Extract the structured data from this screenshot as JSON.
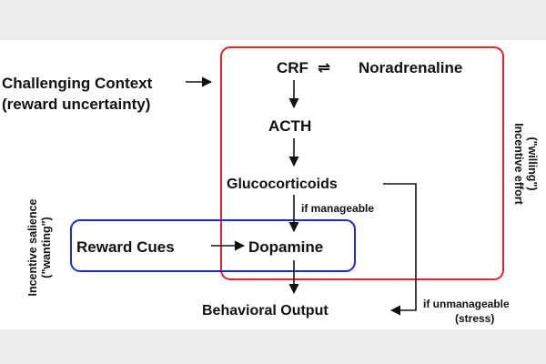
{
  "diagram": {
    "nodes": {
      "context_line1": "Challenging Context",
      "context_line2": "(reward uncertainty)",
      "crf": "CRF",
      "exchange_symbol": "⇌",
      "noradrenaline": "Noradrenaline",
      "acth": "ACTH",
      "glucocorticoids": "Glucocorticoids",
      "if_manageable": "if manageable",
      "reward_cues": "Reward Cues",
      "dopamine": "Dopamine",
      "behavioral_output": "Behavioral Output",
      "if_unmanageable_line1": "if unmanageable",
      "if_unmanageable_line2": "(stress)"
    },
    "side_labels": {
      "incentive_effort_line1": "Incentive effort",
      "incentive_effort_line2": "(\"willing\")",
      "incentive_salience_line1": "Incentive salience",
      "incentive_salience_line2": "(\"wanting\")"
    },
    "colors": {
      "effort_box": "#e8202a",
      "salience_box": "#1a2bd6",
      "arrows": "#111111",
      "text": "#111111"
    }
  }
}
